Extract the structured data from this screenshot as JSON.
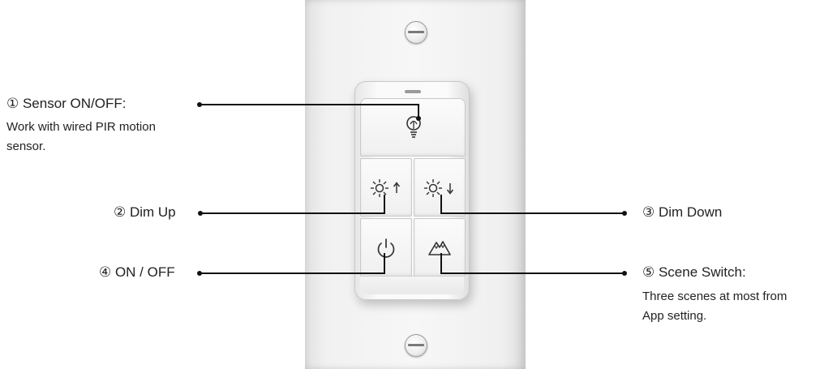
{
  "callouts": {
    "sensor": {
      "label": "① Sensor ON/OFF:",
      "description_line1": "Work with wired PIR motion",
      "description_line2": "sensor."
    },
    "dim_up": {
      "label": "② Dim Up"
    },
    "dim_down": {
      "label": "③ Dim Down"
    },
    "on_off": {
      "label": "④ ON / OFF"
    },
    "scene": {
      "label": "⑤ Scene Switch:",
      "description_line1": "Three scenes at most from",
      "description_line2": "App setting."
    }
  },
  "buttons": [
    {
      "name": "sensor-button",
      "icon": "bulb-icon"
    },
    {
      "name": "dim-up-button",
      "icon": "sun-up-icon"
    },
    {
      "name": "dim-down-button",
      "icon": "sun-down-icon"
    },
    {
      "name": "power-button",
      "icon": "power-icon"
    },
    {
      "name": "scene-button",
      "icon": "mountain-icon"
    }
  ],
  "colors": {
    "plate": "#f4f4f4",
    "line": "#111111",
    "text": "#222222"
  }
}
